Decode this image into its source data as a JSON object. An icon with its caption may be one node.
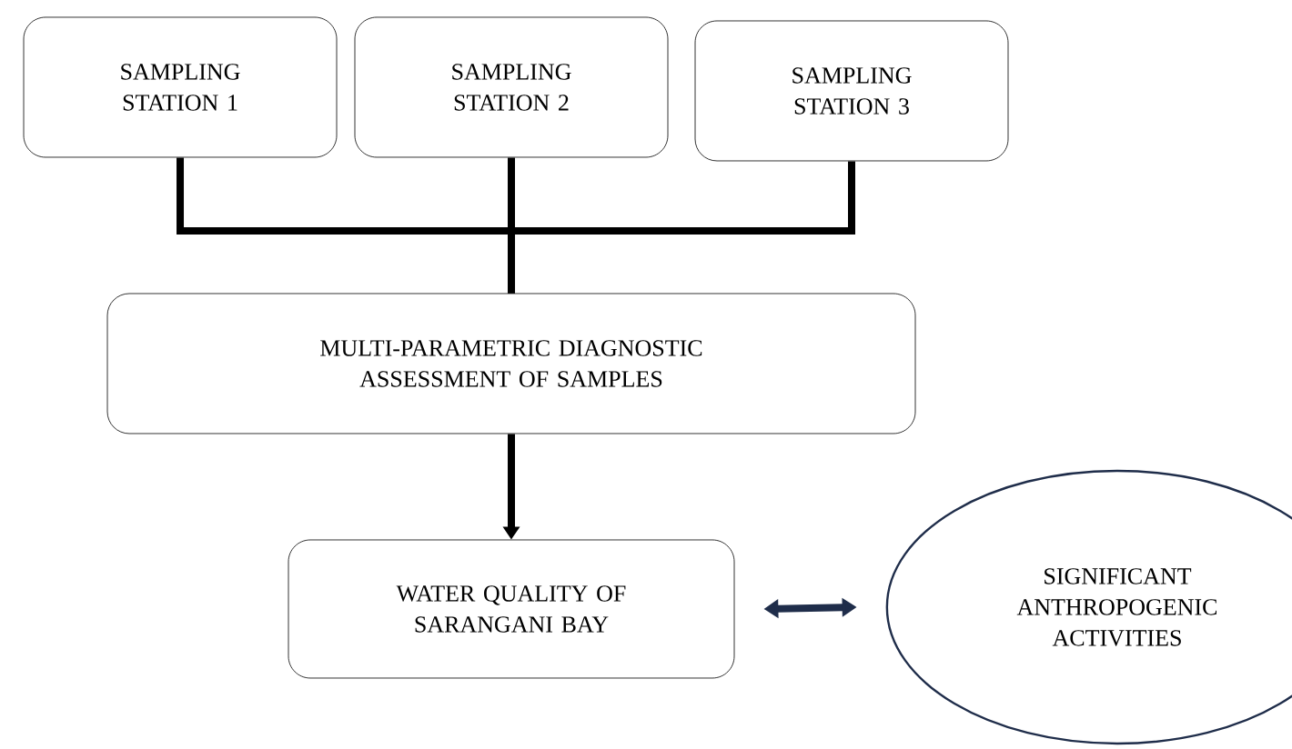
{
  "diagram": {
    "nodes": [
      {
        "text": [
          "SAMPLING STATION 1"
        ]
      },
      {
        "text": [
          "SAMPLING STATION 2"
        ]
      },
      {
        "text": [
          "SAMPLING STATION 3"
        ]
      },
      {
        "text": [
          "MULTI-PARAMETRIC DIAGNOSTIC ASSESSMENT OF SAMPLES"
        ]
      },
      {
        "text": [
          "WATER QUALITY OF SARANGANI BAY"
        ]
      },
      {
        "text": [
          "SIGNIFICANT ANTHROPOGENIC ACTIVITIES"
        ]
      }
    ],
    "edges": [
      {
        "from": 0,
        "to": 3,
        "arrow": "none"
      },
      {
        "from": 1,
        "to": 3,
        "arrow": "none"
      },
      {
        "from": 2,
        "to": 3,
        "arrow": "none"
      },
      {
        "from": 3,
        "to": 4,
        "arrow": "to"
      },
      {
        "from": 4,
        "to": 5,
        "arrow": "both",
        "color": "#1f2d4a"
      }
    ]
  }
}
